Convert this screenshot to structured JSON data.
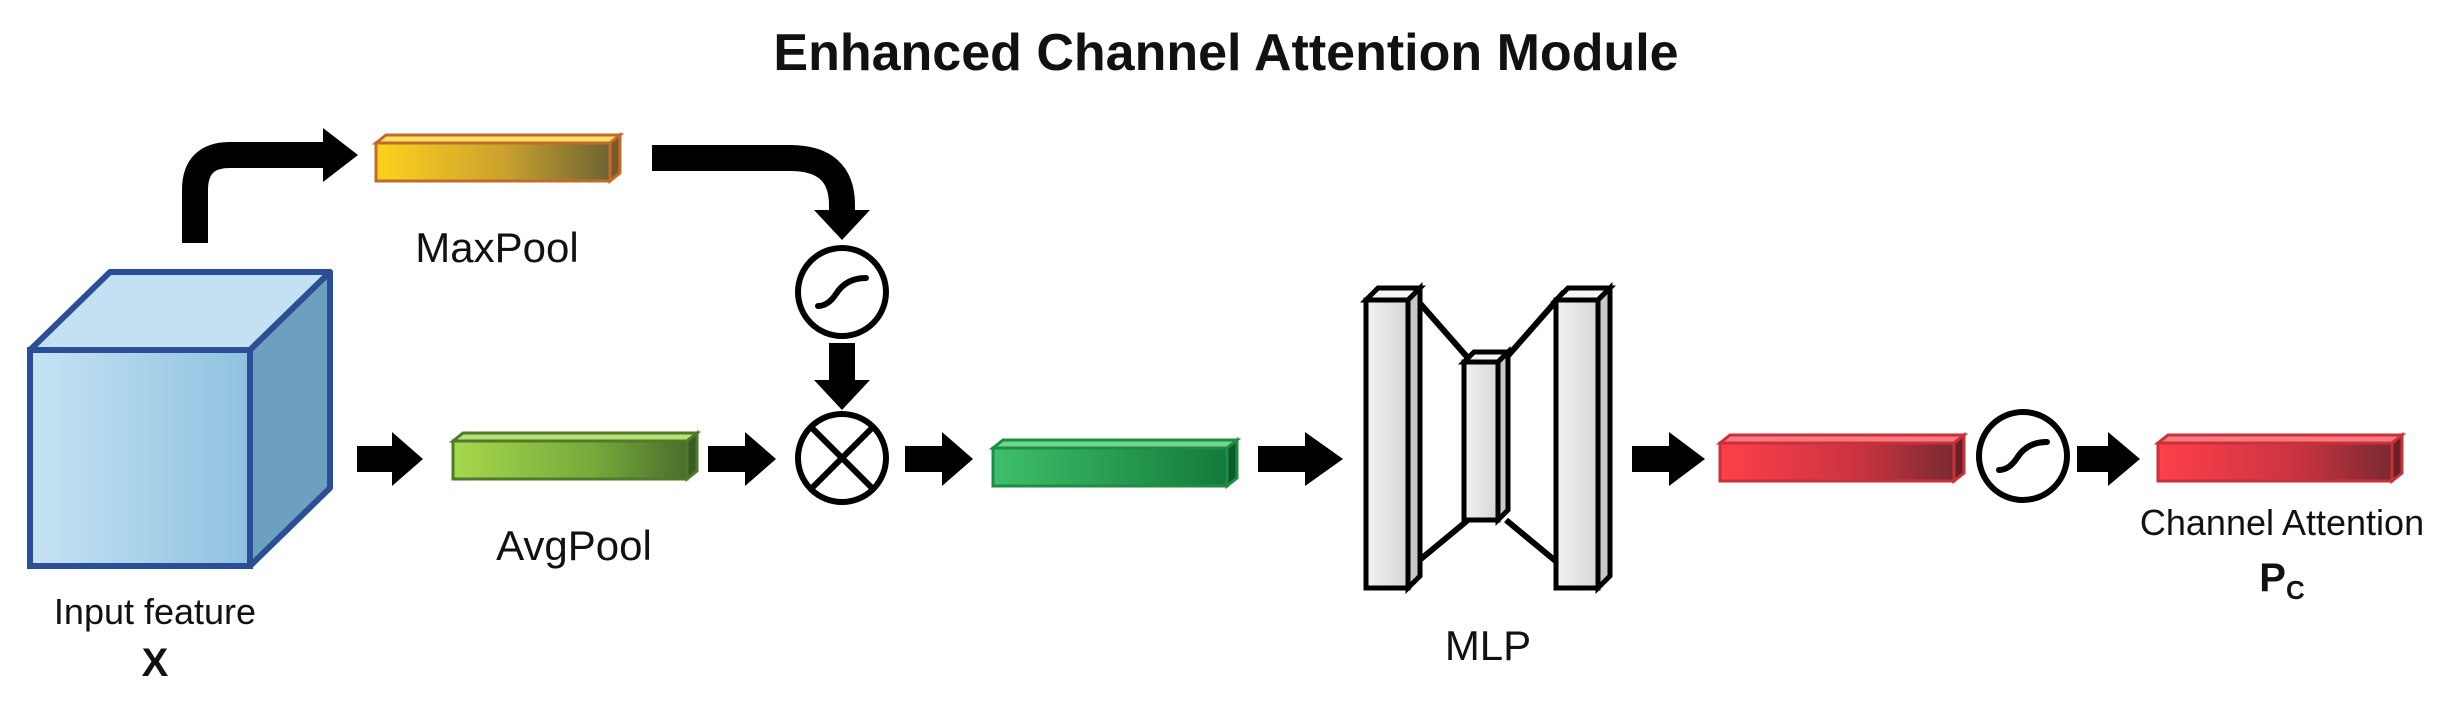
{
  "title": "Enhanced Channel Attention Module",
  "labels": {
    "maxpool": "MaxPool",
    "avgpool": "AvgPool",
    "mlp": "MLP",
    "input": "Input feature",
    "input_symbol": "X",
    "output": "Channel Attention",
    "output_symbol": "P",
    "output_subscript": "C"
  },
  "colors": {
    "cube_face": "#a9d2ea",
    "cube_top": "#c2e2f3",
    "cube_side": "#6a9fc1",
    "cube_edge": "#2a4f96",
    "maxpool_bar": "#ffd21e",
    "avgpool_bar": "#9cd24c",
    "mid_bar": "#2db45e",
    "out_bar": "#f2414a",
    "mlp_fill": "#e6e6e6",
    "arrow": "#000000"
  },
  "icons": [
    "sigmoid-icon",
    "multiply-icon",
    "arrow-icon"
  ]
}
